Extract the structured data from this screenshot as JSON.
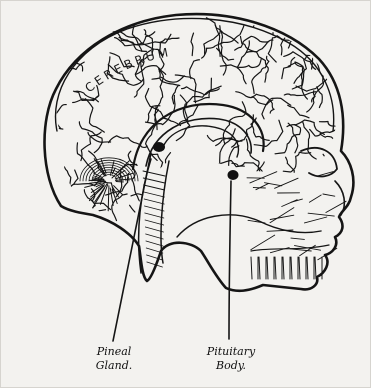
{
  "figure": {
    "region_label": "CEREBRUM",
    "callouts": [
      {
        "id": "pineal",
        "line1": "Pineal",
        "line2": "Gland."
      },
      {
        "id": "pituitary",
        "line1": "Pituitary",
        "line2": "Body."
      }
    ],
    "colors": {
      "ink": "#151515",
      "paper": "#f3f2ef"
    }
  }
}
